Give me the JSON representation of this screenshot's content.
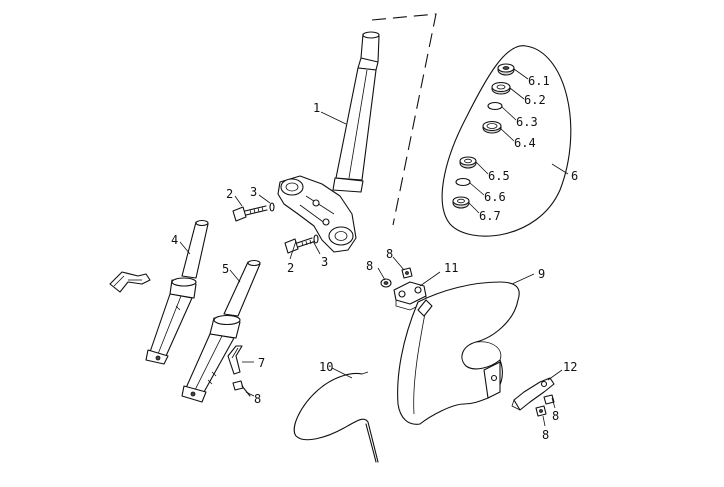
{
  "labels": {
    "l1": "1",
    "l2a": "2",
    "l2b": "2",
    "l3a": "3",
    "l3b": "3",
    "l4": "4",
    "l5": "5",
    "l6": "6",
    "l6_1": "6.1",
    "l6_2": "6.2",
    "l6_3": "6.3",
    "l6_4": "6.4",
    "l6_5": "6.5",
    "l6_6": "6.6",
    "l6_7": "6.7",
    "l7": "7",
    "l8a": "8",
    "l8b": "8",
    "l8c": "8",
    "l8d": "8",
    "l8e": "8",
    "l9": "9",
    "l10": "10",
    "l11": "11",
    "l12": "12"
  }
}
